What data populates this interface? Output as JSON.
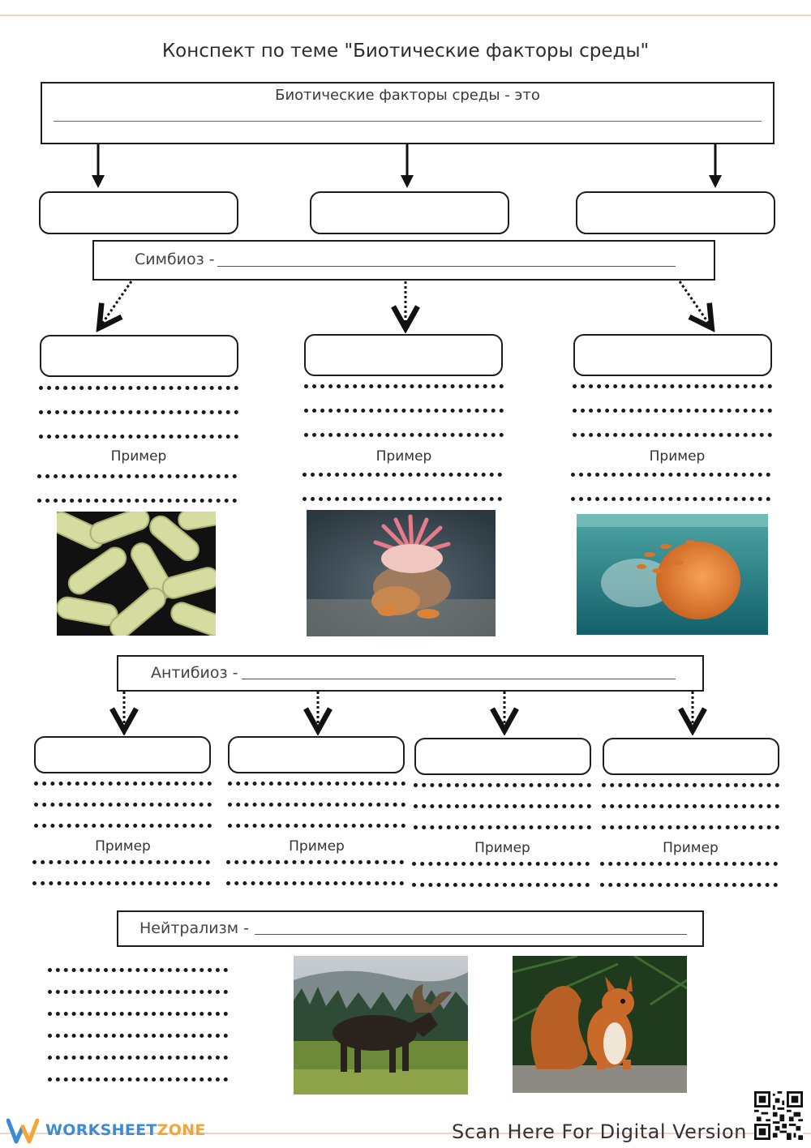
{
  "title": "Конспект по теме \"Биотические факторы среды\"",
  "definition": {
    "label": "Биотические факторы среды - это"
  },
  "symbiosis": {
    "label": "Симбиоз -"
  },
  "antibiosis": {
    "label": "Антибиоз -"
  },
  "neutralism": {
    "label": "Нейтрализм -"
  },
  "example_label": "Пример",
  "images": {
    "bacteria": "bacteria-image",
    "anemone": "sea-anemone-hermit-crab-image",
    "jellyfish": "jellyfish-fish-image",
    "moose": "moose-image",
    "squirrel": "squirrel-image"
  },
  "footer": {
    "brand_part1": "WORKSHEET",
    "brand_part2": "ZONE",
    "scan_text": "Scan Here For Digital Version"
  },
  "colors": {
    "brand_blue": "#3d8bd6",
    "brand_orange": "#f3a53a",
    "border": "#1e1e1e"
  }
}
